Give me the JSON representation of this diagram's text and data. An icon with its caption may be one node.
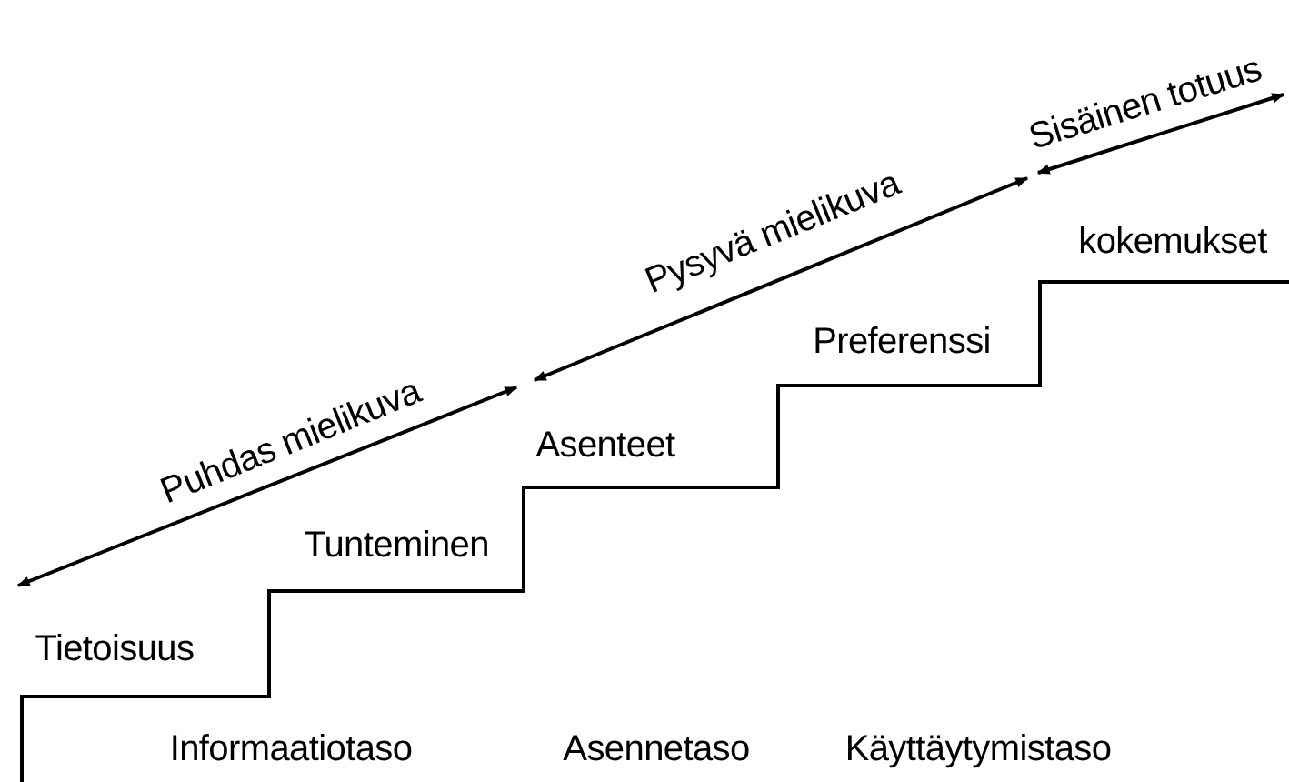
{
  "diagram": {
    "labels": [
      "Sisäinen totuus",
      "Pysyvä mielikuva",
      "kokemukset",
      "Preferenssi",
      "Puhdas mielikuva",
      "Asenteet",
      "Tunteminen",
      "Tietoisuus",
      "Informaatiotaso",
      "Asennetaso",
      "Käyttäytymistaso"
    ]
  }
}
